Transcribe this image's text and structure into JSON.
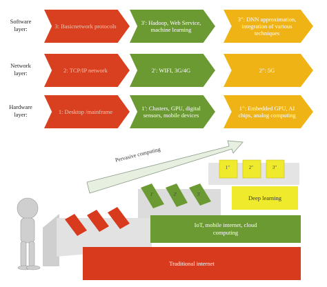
{
  "row_labels": {
    "software": "Software\nlayer:",
    "network": "Network\nlayer:",
    "hardware": "Hardware\nlayer:"
  },
  "boxes": {
    "software": [
      "3: Basicnetwork protocols",
      "3′: Hadoop, Web Service, machine learning",
      "3″: DNN approximation, integration of various techniques"
    ],
    "network": [
      "2: TCP/IP network",
      "2′: WIFI, 3G/4G",
      "2″: 5G"
    ],
    "hardware": [
      "1: Desktop /mainframe",
      "1′: Clusters, GPU, digital sensors, mobile devices",
      "1″: Embedded GPU, AI chips, analog computing"
    ]
  },
  "arrow_label": "Pervasive computing",
  "bars": {
    "traditional": "Traditional internet",
    "iot": "IoT, mobile internet, cloud computing",
    "deep": "Deep learning"
  },
  "step_labels": {
    "green": [
      "1′",
      "2′",
      "3′"
    ],
    "yellow": [
      "1″",
      "2″",
      "3″"
    ]
  },
  "colors": {
    "red": "#d9401f",
    "green": "#6c9a32",
    "yellow": "#efb315",
    "bright_yellow": "#f0ea2c",
    "grey": "#d6d6d6"
  }
}
